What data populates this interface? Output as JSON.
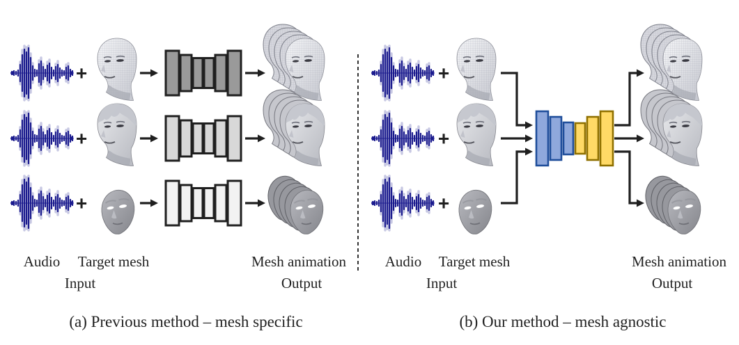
{
  "figure": {
    "plus_sign": "+",
    "panels": [
      {
        "caption": "(a) Previous method – mesh specific",
        "labels": {
          "audio": "Audio",
          "target_mesh": "Target mesh",
          "mesh_animation": "Mesh animation",
          "input": "Input",
          "output": "Output"
        }
      },
      {
        "caption": "(b) Our method – mesh agnostic",
        "labels": {
          "audio": "Audio",
          "target_mesh": "Target mesh",
          "mesh_animation": "Mesh animation",
          "input": "Input",
          "output": "Output"
        }
      }
    ],
    "colors": {
      "waveform_navy": "#1b1b8e",
      "arrow_black": "#1f1f1f",
      "panel_a_network_row_fills": [
        "#9a9a9a",
        "#d8d8d8",
        "#f2f2f2"
      ],
      "panel_a_network_border": "#1f1f1f",
      "panel_b_encoder_fill": "#8fa8dc",
      "panel_b_encoder_border": "#1f4e9b",
      "panel_b_decoder_fill": "#ffd966",
      "panel_b_decoder_border": "#8f7000"
    }
  }
}
